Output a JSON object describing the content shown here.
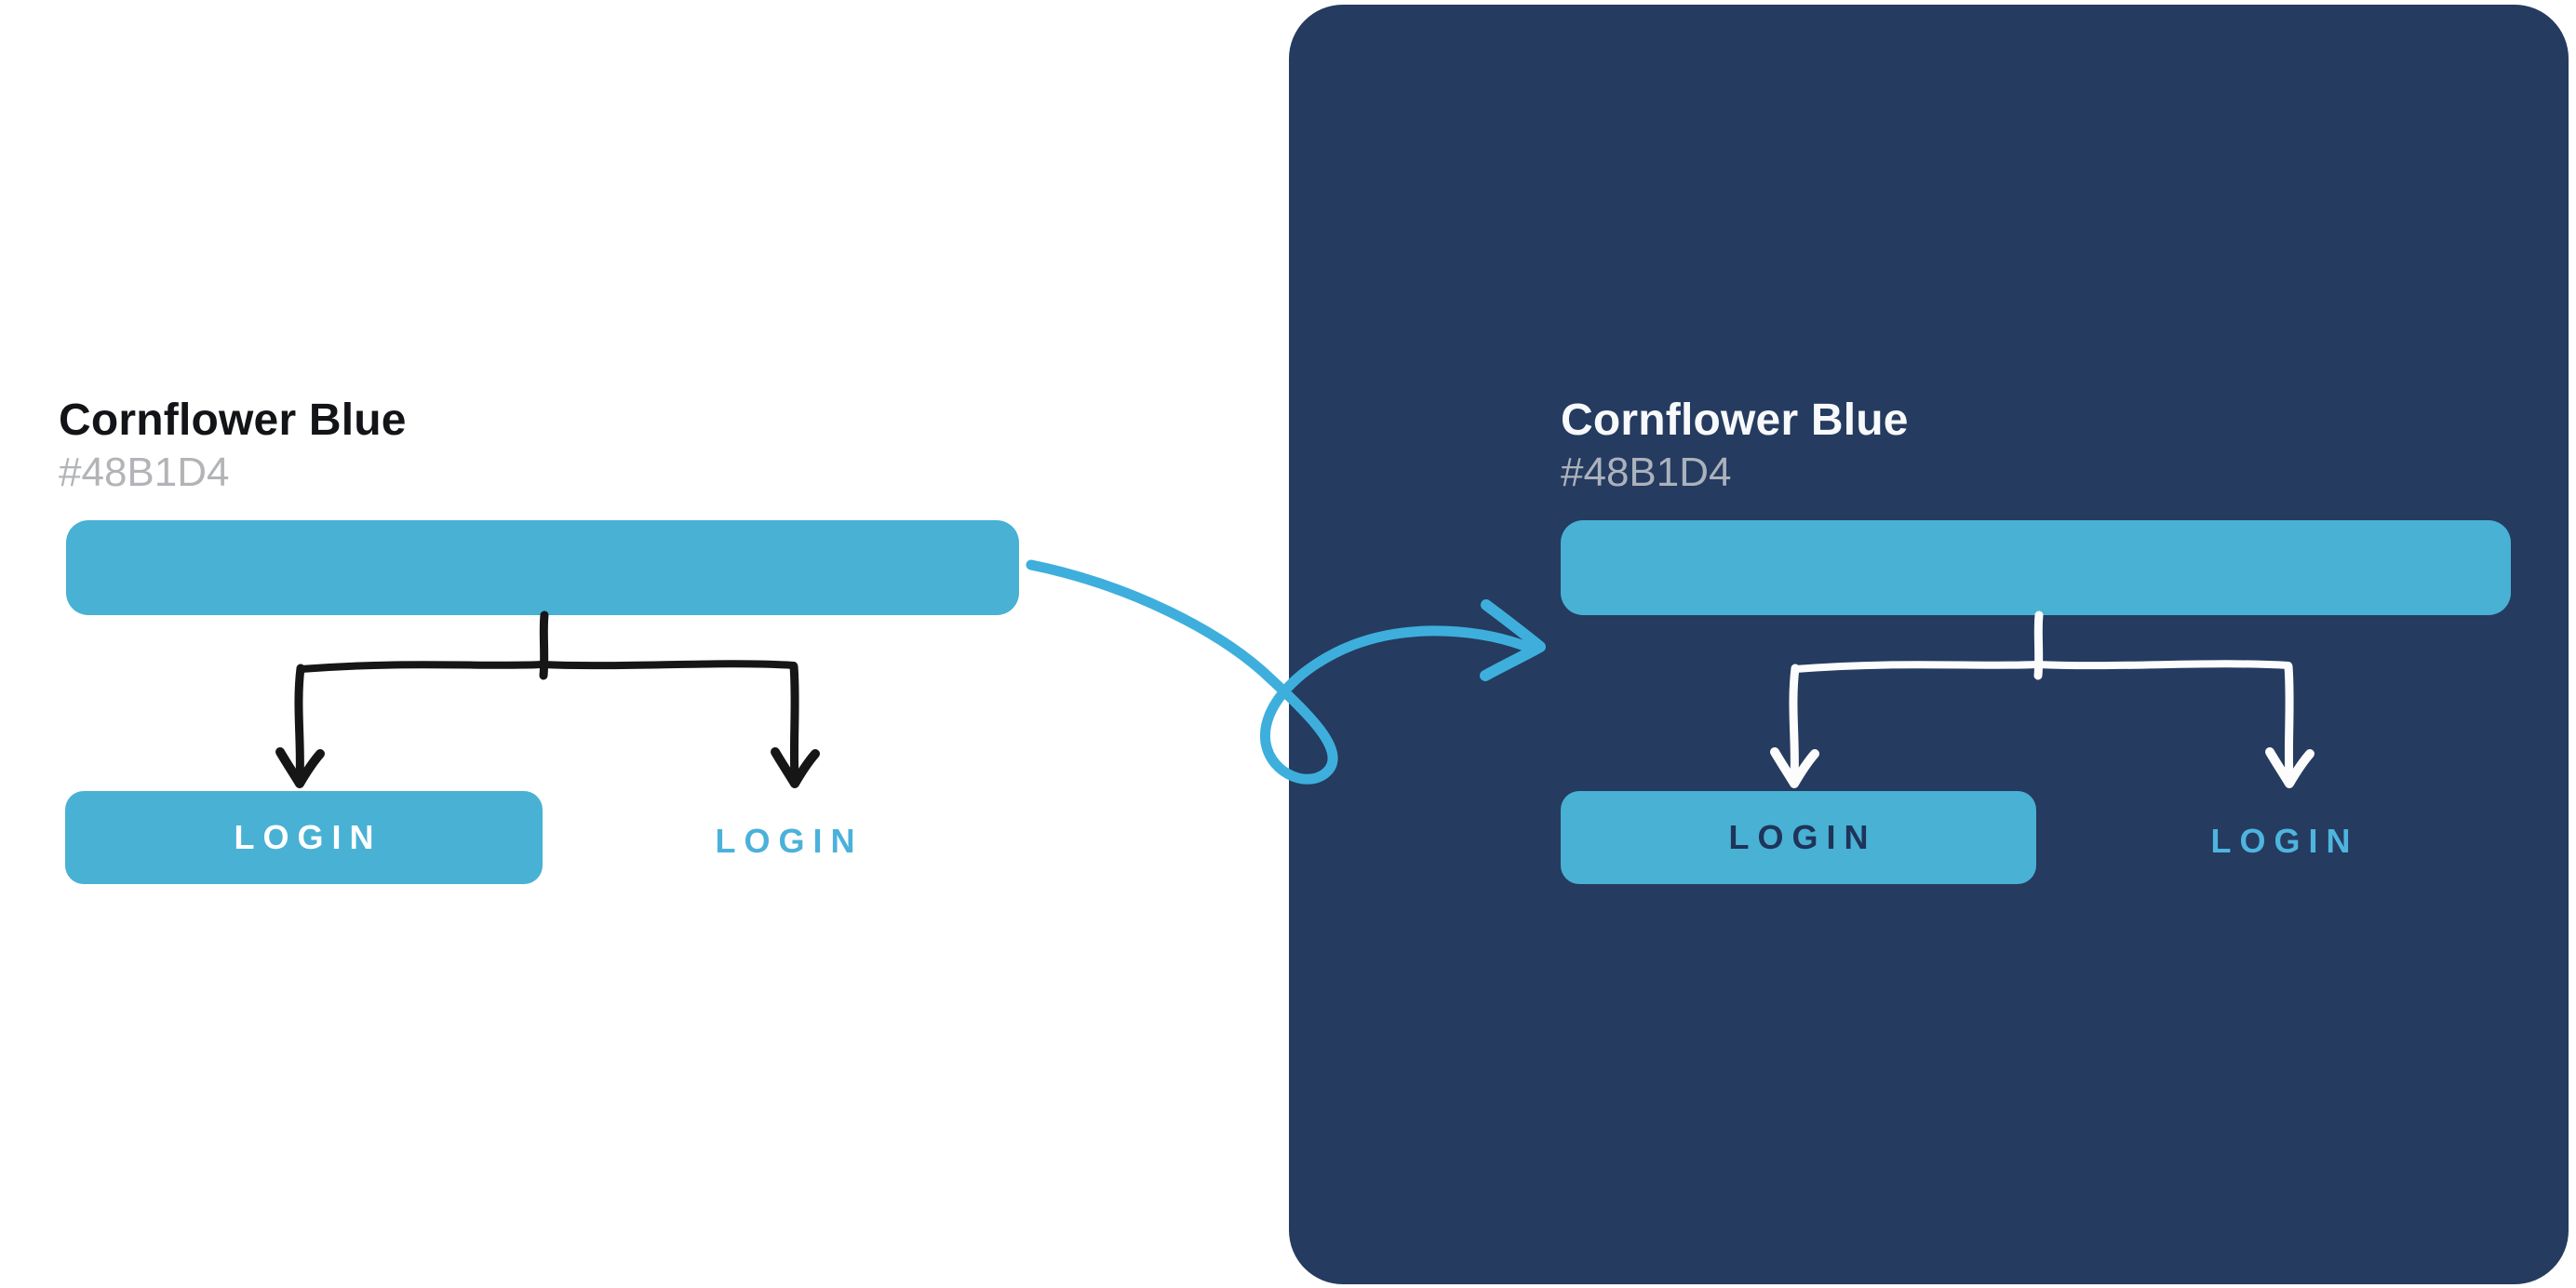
{
  "palette": {
    "cornflower_blue": "#48B1D4",
    "dark_panel_navy": "#253B60",
    "transfer_arrow_blue": "#3EAFDC",
    "connector_black": "#161616",
    "connector_white": "#FCFCFD",
    "muted_hex_gray_light_bg": "#B2B4B8",
    "muted_hex_gray_dark_bg": "#ACB2BC",
    "button_text_on_dark_panel": "#1E3458"
  },
  "light_panel": {
    "title": "Cornflower Blue",
    "hex": "#48B1D4",
    "button_label": "LOGIN",
    "link_label": "LOGIN"
  },
  "dark_panel": {
    "title": "Cornflower Blue",
    "hex": "#48B1D4",
    "button_label": "LOGIN",
    "link_label": "LOGIN"
  }
}
